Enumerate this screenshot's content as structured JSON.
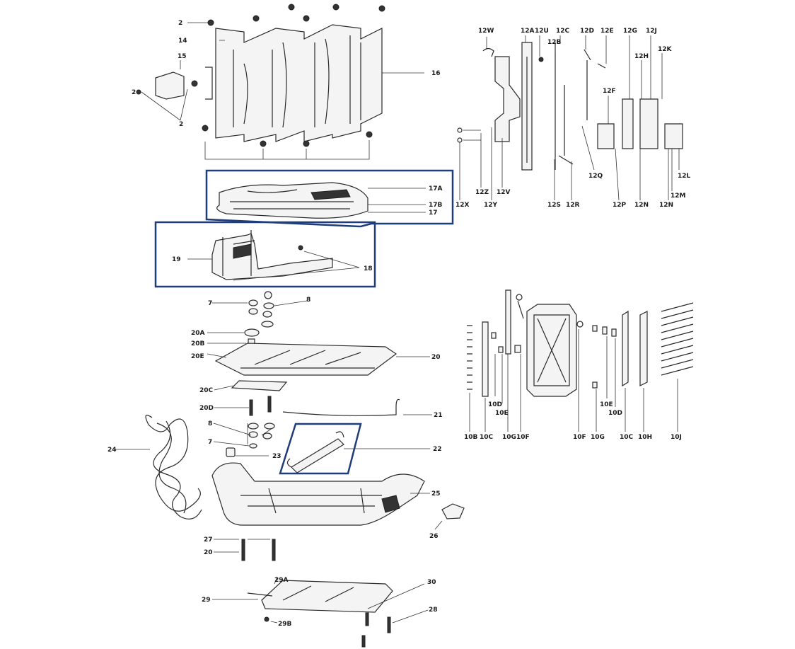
{
  "labels": {
    "top": [
      "2",
      "14",
      "15",
      "2",
      "16",
      "2"
    ],
    "mid": [
      "17A",
      "17B",
      "17",
      "19",
      "18"
    ],
    "lower": [
      "7",
      "8",
      "20A",
      "20B",
      "20E",
      "20",
      "20C",
      "20D",
      "21",
      "8",
      "7",
      "23",
      "22",
      "24",
      "25",
      "26",
      "27",
      "20",
      "29A",
      "30",
      "29",
      "29B",
      "28"
    ],
    "right_top_upper": [
      "12W",
      "12A",
      "12U",
      "12C",
      "12D",
      "12E",
      "12G",
      "12J",
      "12B",
      "12H",
      "12K",
      "12F"
    ],
    "right_top_lower": [
      "12X",
      "12Z",
      "12Y",
      "12V",
      "12S",
      "12R",
      "12Q",
      "12P",
      "12N",
      "12N",
      "12L",
      "12M"
    ],
    "right_bottom": [
      "10D",
      "10E",
      "10E",
      "10D",
      "10B",
      "10C",
      "10G",
      "10F",
      "10F",
      "10G",
      "10C",
      "10H",
      "10J"
    ]
  },
  "highlight_color": "#1f3d7a"
}
